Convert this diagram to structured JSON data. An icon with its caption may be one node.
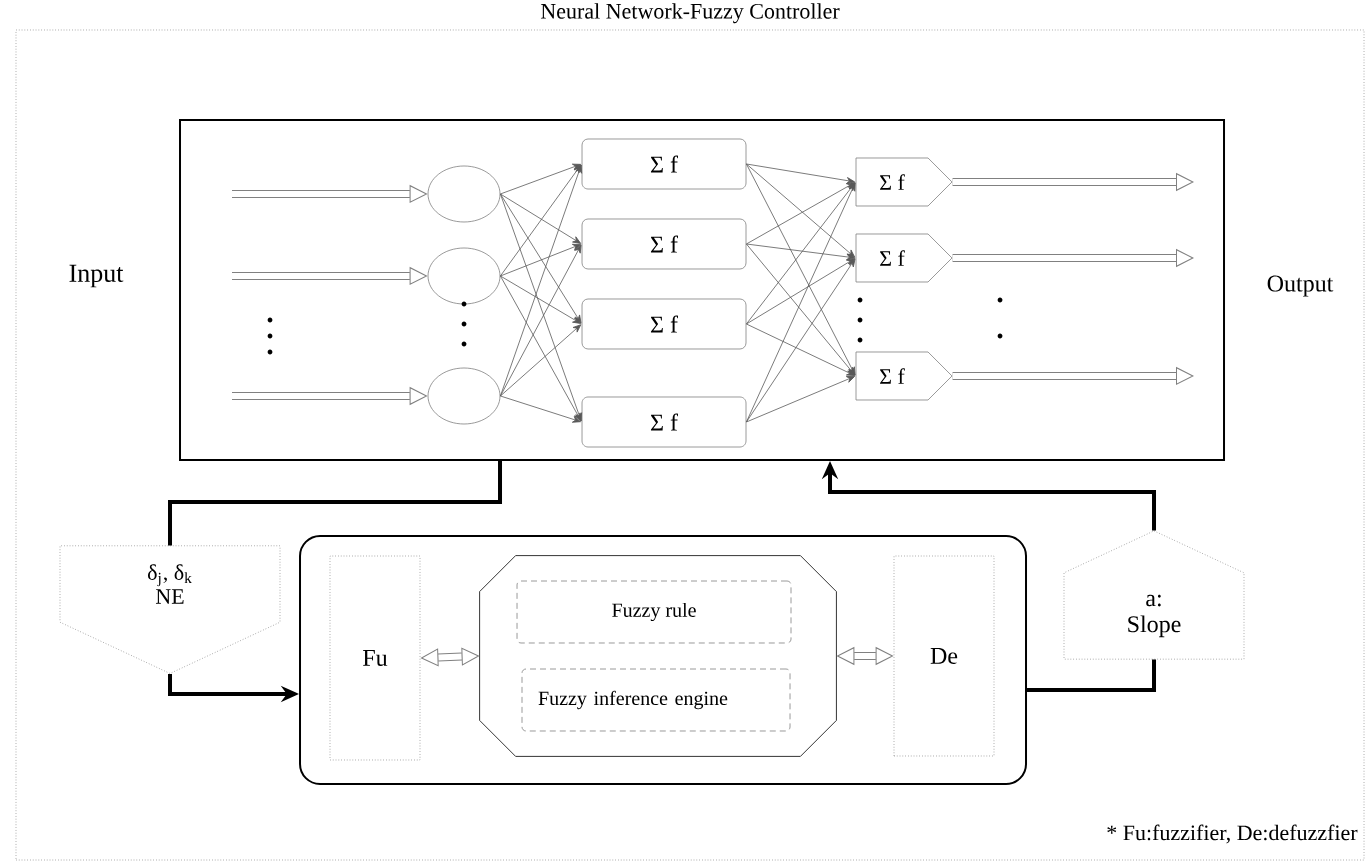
{
  "diagram": {
    "nodes": [
      {
        "text": [
          "Neural Network-Fuzzy Controller"
        ]
      },
      {
        "text": [],
        "shape": "box",
        "in": 0
      },
      {
        "text": [],
        "shape": "circle",
        "in": 1
      },
      {
        "text": [],
        "shape": "circle",
        "in": 1
      },
      {
        "text": [],
        "shape": "circle",
        "in": 1
      },
      {
        "text": [
          "Σ f"
        ],
        "in": 1
      },
      {
        "text": [
          "Σ f"
        ],
        "in": 1
      },
      {
        "text": [
          "Σ f"
        ],
        "in": 1
      },
      {
        "text": [
          "Σ f"
        ],
        "in": 1
      },
      {
        "text": [
          "Σ f"
        ],
        "in": 1
      },
      {
        "text": [
          "Σ f"
        ],
        "in": 1
      },
      {
        "text": [
          "Σ f"
        ],
        "in": 1
      },
      {
        "text": [
          "δ$_{j}$, δ$_{k}$",
          "NE"
        ],
        "in": 0
      },
      {
        "text": [],
        "shape": "box",
        "in": 0
      },
      {
        "text": [
          "Fu"
        ],
        "in": 13
      },
      {
        "text": [],
        "shape": "octagon",
        "in": 13
      },
      {
        "text": [
          "Fuzzy rule"
        ],
        "in": 15
      },
      {
        "text": [
          "Fuzzy inference engine"
        ],
        "in": 15
      },
      {
        "text": [
          "De"
        ],
        "in": 13
      },
      {
        "text": [
          "a:",
          "Slope"
        ],
        "in": 0
      }
    ],
    "edges": [
      {
        "from": null,
        "to": 2,
        "arrow": "to",
        "style": "thick"
      },
      {
        "from": null,
        "to": 3,
        "arrow": "to",
        "style": "thick"
      },
      {
        "from": null,
        "to": 4,
        "arrow": "to",
        "style": "thick"
      },
      {
        "from": 9,
        "to": null,
        "arrow": "to",
        "style": "thick"
      },
      {
        "from": 10,
        "to": null,
        "arrow": "to",
        "style": "thick"
      },
      {
        "from": 11,
        "to": null,
        "arrow": "to",
        "style": "thick"
      },
      {
        "from": 2,
        "to": 5,
        "arrow": "to"
      },
      {
        "from": 2,
        "to": 6,
        "arrow": "to"
      },
      {
        "from": 2,
        "to": 7,
        "arrow": "to"
      },
      {
        "from": 2,
        "to": 8,
        "arrow": "to"
      },
      {
        "from": 3,
        "to": 5,
        "arrow": "to"
      },
      {
        "from": 3,
        "to": 6,
        "arrow": "to"
      },
      {
        "from": 3,
        "to": 7,
        "arrow": "to"
      },
      {
        "from": 3,
        "to": 8,
        "arrow": "to"
      },
      {
        "from": 4,
        "to": 5,
        "arrow": "to"
      },
      {
        "from": 4,
        "to": 6,
        "arrow": "to"
      },
      {
        "from": 4,
        "to": 7,
        "arrow": "to"
      },
      {
        "from": 4,
        "to": 8,
        "arrow": "to"
      },
      {
        "from": 5,
        "to": 9,
        "arrow": "to"
      },
      {
        "from": 5,
        "to": 10,
        "arrow": "to"
      },
      {
        "from": 5,
        "to": 11,
        "arrow": "to"
      },
      {
        "from": 6,
        "to": 9,
        "arrow": "to"
      },
      {
        "from": 6,
        "to": 10,
        "arrow": "to"
      },
      {
        "from": 6,
        "to": 11,
        "arrow": "to"
      },
      {
        "from": 7,
        "to": 9,
        "arrow": "to"
      },
      {
        "from": 7,
        "to": 10,
        "arrow": "to"
      },
      {
        "from": 7,
        "to": 11,
        "arrow": "to"
      },
      {
        "from": 8,
        "to": 9,
        "arrow": "to"
      },
      {
        "from": 8,
        "to": 10,
        "arrow": "to"
      },
      {
        "from": 8,
        "to": 11,
        "arrow": "to"
      },
      {
        "from": 14,
        "to": 15,
        "arrow": "both",
        "style": "thick"
      },
      {
        "from": 15,
        "to": 18,
        "arrow": "both",
        "style": "thick"
      },
      {
        "from": 1,
        "to": 12,
        "arrow": "none",
        "style": "thick"
      },
      {
        "from": 12,
        "to": 13,
        "arrow": "to",
        "style": "thick"
      },
      {
        "from": 13,
        "to": 19,
        "arrow": "none",
        "style": "thick"
      },
      {
        "from": 19,
        "to": 1,
        "arrow": "to",
        "style": "thick"
      }
    ],
    "labels": [
      "Input",
      "Output",
      "* Fu:fuzzifier, De:defuzzfier"
    ]
  }
}
